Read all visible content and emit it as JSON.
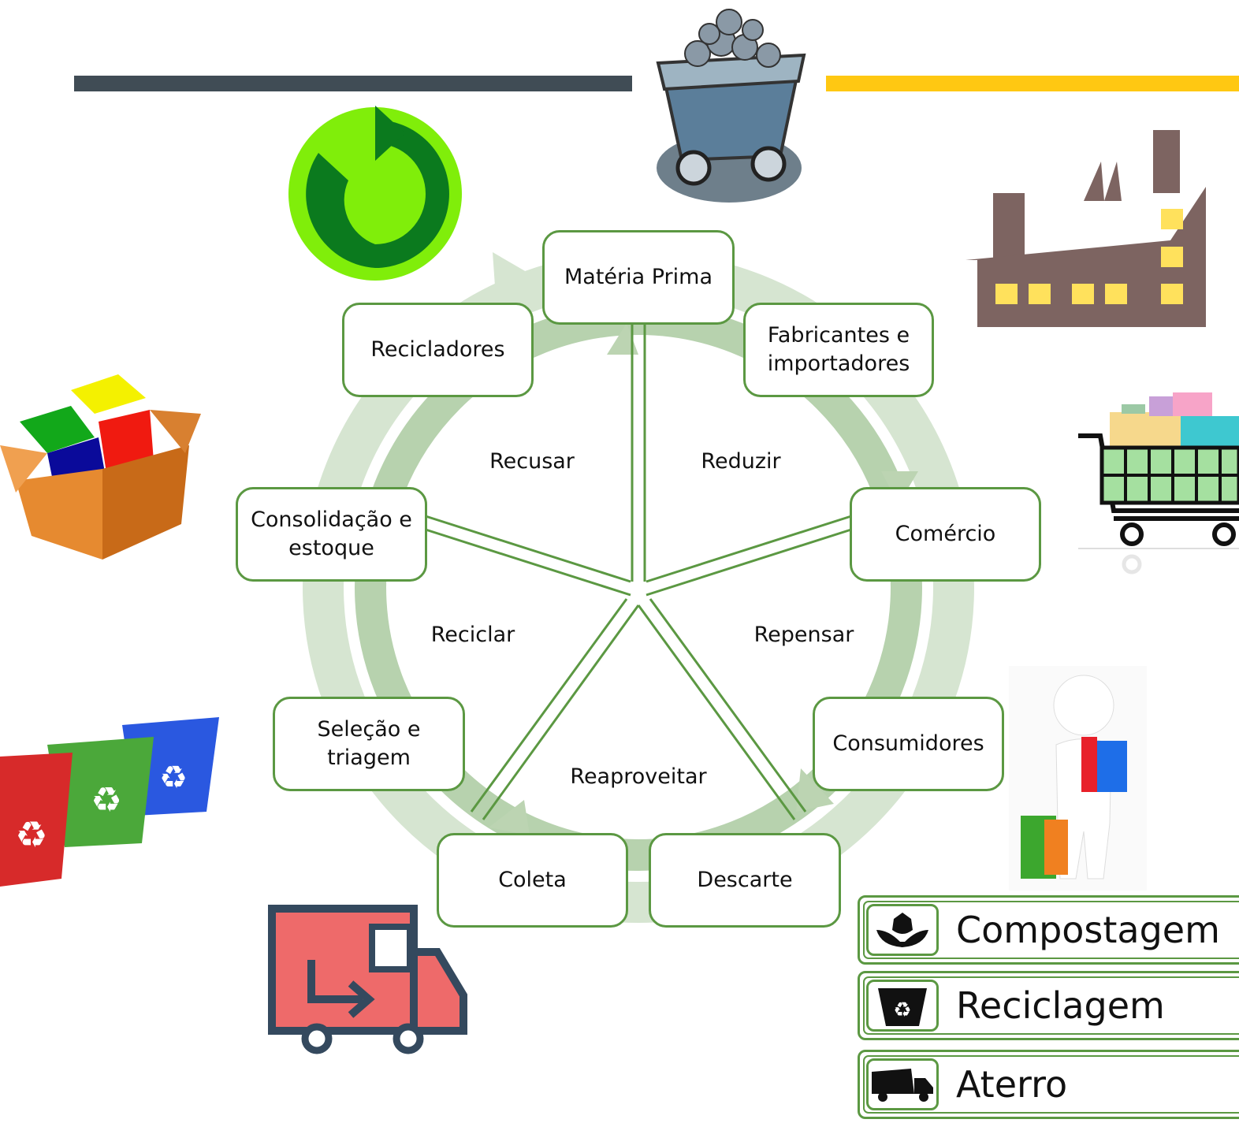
{
  "colors": {
    "accent_dark": "#404C55",
    "accent_yellow": "#FFC812",
    "node_border": "#5B9842",
    "cycle_arrow": "#BFD5B7"
  },
  "cycle": {
    "nodes": [
      {
        "id": "materia-prima",
        "label": "Matéria Prima"
      },
      {
        "id": "fabricantes",
        "label": "Fabricantes e\nimportadores"
      },
      {
        "id": "comercio",
        "label": "Comércio"
      },
      {
        "id": "consumidores",
        "label": "Consumidores"
      },
      {
        "id": "descarte",
        "label": "Descarte"
      },
      {
        "id": "coleta",
        "label": "Coleta"
      },
      {
        "id": "selecao",
        "label": "Seleção e\ntriagem"
      },
      {
        "id": "consolidacao",
        "label": "Consolidação e\nestoque"
      },
      {
        "id": "recicladores",
        "label": "Recicladores"
      }
    ],
    "segments": [
      {
        "id": "recusar",
        "label": "Recusar"
      },
      {
        "id": "reduzir",
        "label": "Reduzir"
      },
      {
        "id": "repensar",
        "label": "Repensar"
      },
      {
        "id": "reciclar",
        "label": "Reciclar"
      },
      {
        "id": "reaproveitar",
        "label": "Reaproveitar"
      }
    ]
  },
  "legend": [
    {
      "id": "compostagem",
      "label": "Compostagem",
      "icon": "flower-icon"
    },
    {
      "id": "reciclagem",
      "label": "Reciclagem",
      "icon": "recycle-bin-icon"
    },
    {
      "id": "aterro",
      "label": "Aterro",
      "icon": "dump-truck-icon"
    }
  ],
  "pictures": [
    "green-dot-recycle-icon",
    "mine-cart-icon",
    "factory-icon",
    "shopping-cart-icon",
    "shopper-figure-icon",
    "box-icon",
    "recycle-bins-icon",
    "delivery-truck-icon"
  ]
}
